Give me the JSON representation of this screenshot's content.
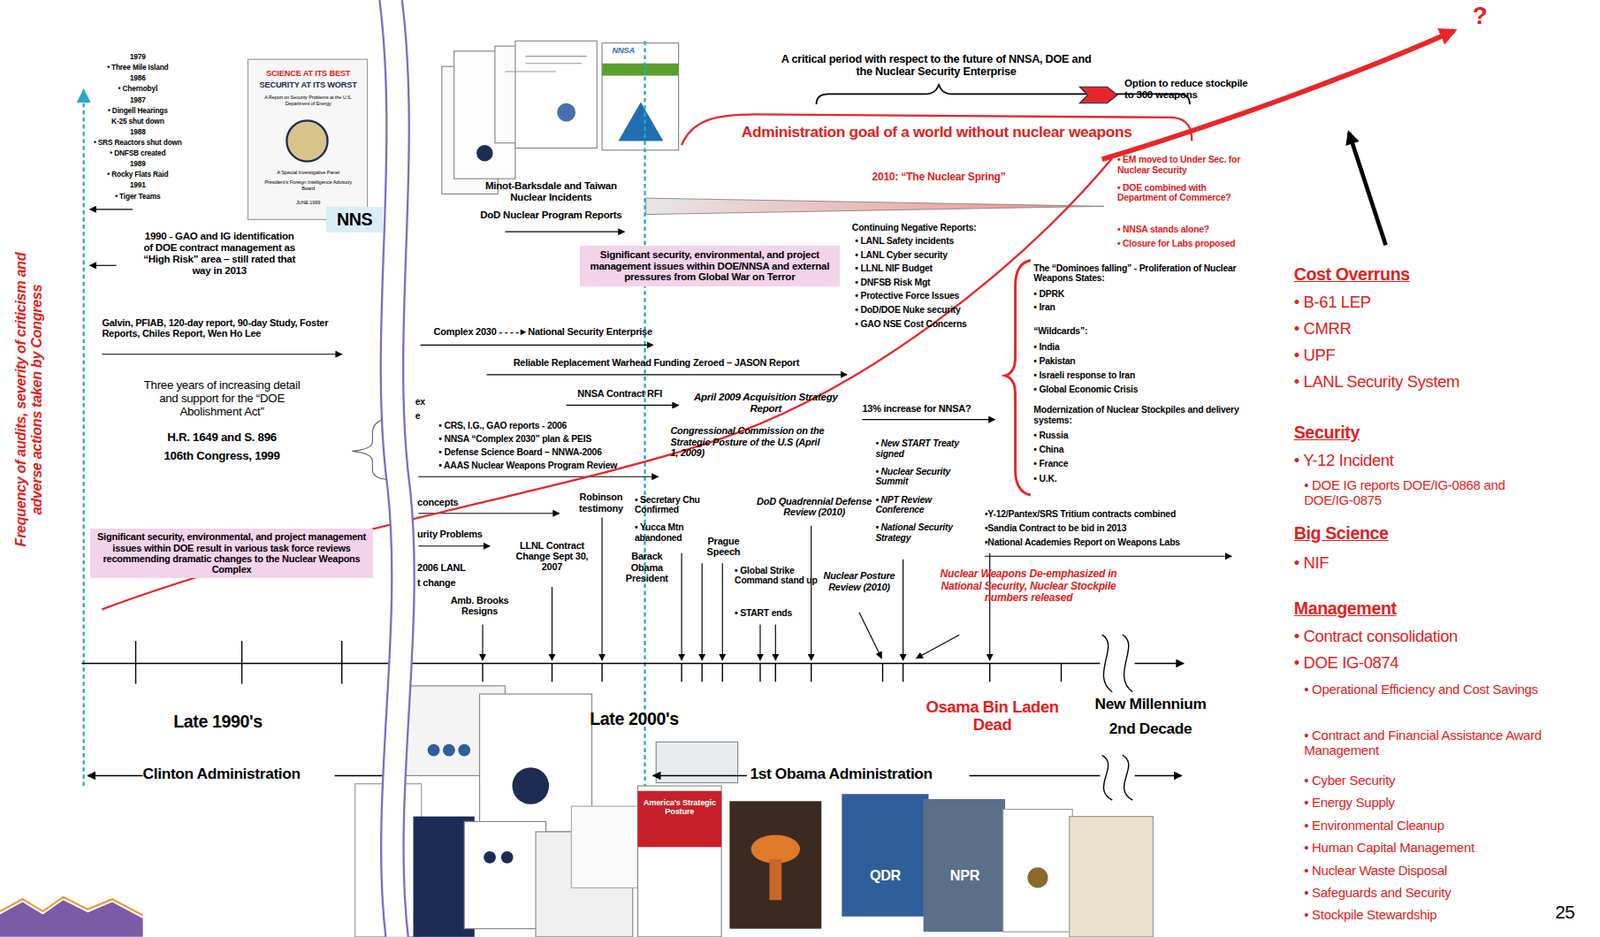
{
  "diagram": {
    "nodes": [
      {
        "text": [
          "Significant security, environmental, and project management issues within DOE result in various task force reviews recommending dramatic changes to the Nuclear Weapons Complex"
        ]
      },
      {
        "text": [
          "NNS"
        ]
      },
      {
        "text": [
          "Significant security, environmental, and project management issues within DOE/NNSA and external pressures from Global War on Terror"
        ]
      }
    ],
    "labels": [
      "1979",
      "• Three Mile Island",
      "1986",
      "• Chernobyl",
      "1987",
      "• Dingell Hearings",
      "K-25 shut down",
      "1988",
      "• SRS Reactors shut down",
      "• DNFSB created",
      "1989",
      "• Rocky Flats Raid",
      "1991",
      "• Tiger Teams",
      "SCIENCE AT ITS BEST",
      "SECURITY AT ITS WORST",
      "A Report on Security Problems at the U.S. Department of Energy",
      "A Special Investigative Panel",
      "President's Foreign Intelligence Advisory Board",
      "JUNE 1999",
      "1990 - GAO and IG identification of DOE contract management as “High Risk” area – still rated that way in 2013",
      "Galvin, PFIAB, 120-day report, 90-day Study, Foster Reports, Chiles Report, Wen Ho Lee",
      "Three years of increasing detail and support for the “DOE Abolishment Act”",
      "H.R. 1649 and S. 896",
      "106th Congress, 1999",
      "Late 1990's",
      "Clinton Administration",
      "Minot-Barksdale and Taiwan Nuclear Incidents",
      "DoD Nuclear Program Reports",
      "A critical period with respect to the future of NNSA, DOE and the Nuclear Security Enterprise",
      "Option to reduce stockpile to 300 weapons",
      "Administration goal of a world without nuclear weapons",
      "2010: “The Nuclear Spring”",
      "• EM moved to Under Sec. for Nuclear Security",
      "• DOE combined with Department of Commerce?",
      "• NNSA stands alone?",
      "• Closure for Labs proposed",
      "Continuing Negative Reports:",
      "• LANL Safety incidents",
      "• LANL Cyber security",
      "• LLNL NIF Budget",
      "• DNFSB Risk Mgt",
      "• Protective Force Issues",
      "• DoD/DOE Nuke security",
      "• GAO NSE Cost Concerns",
      "Complex 2030 - - - -►National Security Enterprise",
      "Reliable Replacement Warhead Funding Zeroed – JASON Report",
      "NNSA Contract RFI",
      "April 2009 Acquisition Strategy Report",
      "• CRS, I.G., GAO reports - 2006",
      "• NNSA “Complex 2030” plan & PEIS",
      "• Defense Science Board – NNWA-2006",
      "• AAAS Nuclear Weapons Program Review",
      "Congressional Commission on the Strategic Posture of the U.S (April 1, 2009)",
      "13% increase for NNSA?",
      "• New START Treaty signed",
      "• Nuclear Security Summit",
      "• NPT Review Conference",
      "• National Security Strategy",
      "The “Dominoes falling” - Proliferation of Nuclear Weapons States:",
      "• DPRK",
      "• Iran",
      "“Wildcards”:",
      "• India",
      "• Pakistan",
      "• Israeli response to Iran",
      "• Global Economic Crisis",
      "Modernization of Nuclear Stockpiles and delivery systems:",
      "• Russia",
      "• China",
      "• France",
      "• U.K.",
      "ex",
      "e",
      "concepts",
      "urity Problems",
      "2006 LANL",
      "t change",
      "Robinson testimony",
      "• Secretary Chu Confirmed",
      "• Yucca Mtn abandoned",
      "LLNL Contract Change Sept 30, 2007",
      "Barack Obama President",
      "Prague Speech",
      "DoD Quadrennial Defense Review (2010)",
      "•Y-12/Pantex/SRS Tritium contracts combined",
      "•Sandia Contract to be bid in 2013",
      "•National Academies Report on Weapons Labs",
      "Amb. Brooks Resigns",
      "• Global Strike Command stand up",
      "• START ends",
      "Nuclear Posture Review (2010)",
      "Nuclear Weapons De-emphasized in National Security, Nuclear Stockpile numbers released",
      "Late 2000's",
      "Osama Bin Laden Dead",
      "New Millennium",
      "2nd Decade",
      "1st Obama Administration",
      "America's Strategic Posture",
      "QDR",
      "NPR",
      "NNSA",
      "Cost Overruns",
      "• B-61 LEP",
      "• CMRR",
      "• UPF",
      "• LANL Security System",
      "Security",
      "• Y-12 Incident",
      "• DOE IG reports DOE/IG-0868 and DOE/IG-0875",
      "Big Science",
      "• NIF",
      "Management",
      "• Contract consolidation",
      "• DOE IG-0874",
      "• Operational Efficiency and Cost Savings",
      "• Contract and Financial Assistance Award Management",
      "• Cyber Security",
      "• Energy Supply",
      "• Environmental Cleanup",
      "• Human Capital Management",
      "• Nuclear Waste Disposal",
      "• Safeguards and Security",
      "• Stockpile Stewardship",
      "25",
      "?",
      "Frequency of audits, severity of criticism and adverse actions taken by Congress"
    ]
  }
}
